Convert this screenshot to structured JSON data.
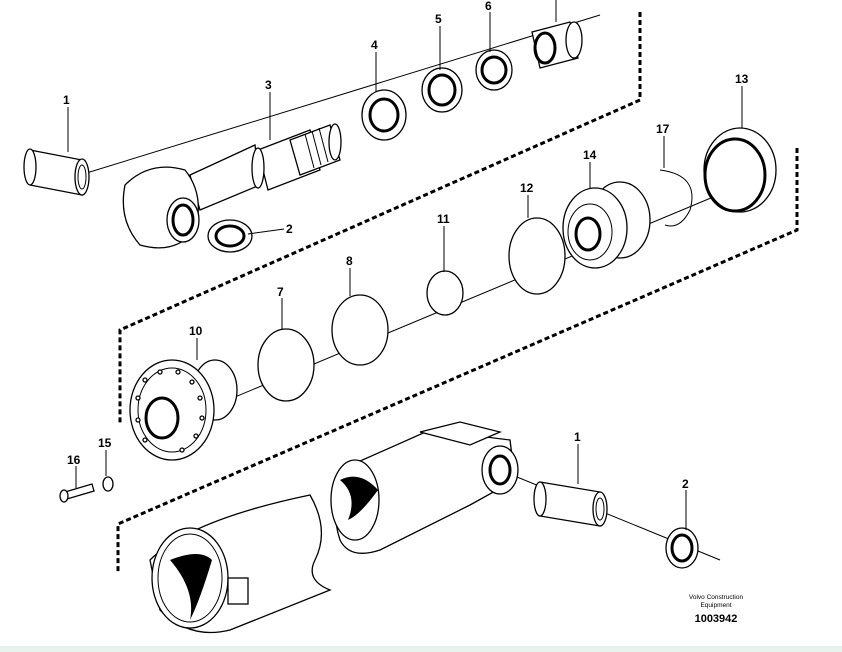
{
  "diagram": {
    "callouts": [
      {
        "id": "c1a",
        "label": "1"
      },
      {
        "id": "c2a",
        "label": "2"
      },
      {
        "id": "c3",
        "label": "3"
      },
      {
        "id": "c4",
        "label": "4"
      },
      {
        "id": "c5",
        "label": "5"
      },
      {
        "id": "c6",
        "label": "6"
      },
      {
        "id": "c13",
        "label": "13"
      },
      {
        "id": "c17",
        "label": "17"
      },
      {
        "id": "c14",
        "label": "14"
      },
      {
        "id": "c12",
        "label": "12"
      },
      {
        "id": "c11",
        "label": "11"
      },
      {
        "id": "c8",
        "label": "8"
      },
      {
        "id": "c7",
        "label": "7"
      },
      {
        "id": "c10",
        "label": "10"
      },
      {
        "id": "c16",
        "label": "16"
      },
      {
        "id": "c15",
        "label": "15"
      },
      {
        "id": "c1b",
        "label": "1"
      },
      {
        "id": "c2b",
        "label": "2"
      }
    ],
    "credit_line1": "Volvo Construction",
    "credit_line2": "Equipment",
    "document_number": "1003942"
  }
}
